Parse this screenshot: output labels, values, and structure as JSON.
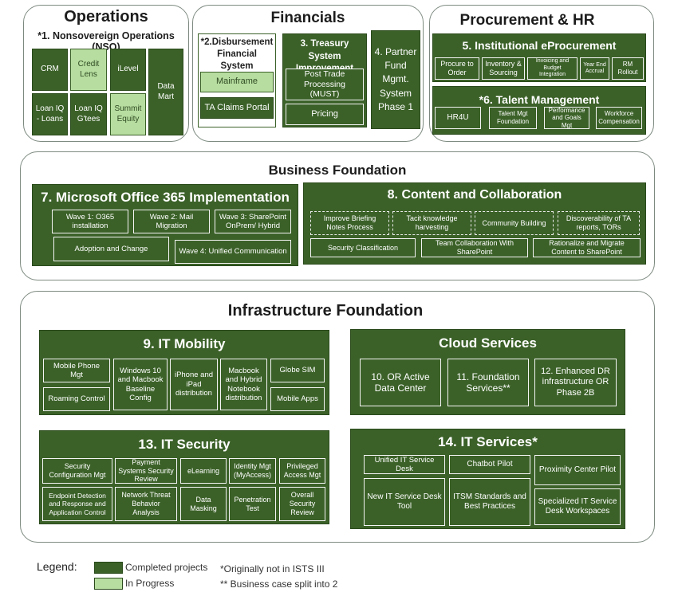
{
  "colors": {
    "completed": "#3b6128",
    "in_progress": "#b7dea0",
    "panel_border": "#7d8a80"
  },
  "operations": {
    "title": "Operations",
    "subtitle": "*1. Nonsovereign Operations (NSO)",
    "crm": "CRM",
    "credit_lens": "Credit Lens",
    "ilevel": "iLevel",
    "data_mart": "Data Mart",
    "loan_iq_loans": "Loan IQ - Loans",
    "loan_iq_gtees": "Loan IQ G'tees",
    "summit_equity": "Summit Equity"
  },
  "financials": {
    "title": "Financials",
    "disb_title": "*2.Disbursement Financial System",
    "mainframe": "Mainframe",
    "ta_claims": "TA Claims Portal",
    "treasury_title": "3. Treasury System Improvement",
    "post_trade": "Post Trade Processing (MUST)",
    "pricing": "Pricing",
    "partner_fund": "4. Partner Fund Mgmt. System Phase 1"
  },
  "procurement": {
    "title": "Procurement & HR",
    "eproc_title": "5. Institutional eProcurement",
    "eproc_items": [
      "Procure to Order",
      "Inventory & Sourcing",
      "Invoicing and Budget Integration",
      "Year End Accrual",
      "RM Rollout"
    ],
    "talent_title": "*6. Talent Management",
    "talent_items": [
      "HR4U",
      "Talent Mgt Foundation",
      "Performance and Goals Mgt",
      "Workforce Compensation"
    ]
  },
  "business": {
    "title": "Business Foundation",
    "o365_title": "7. Microsoft Office 365 Implementation",
    "o365_items": [
      "Wave 1: O365 installation",
      "Wave 2: Mail Migration",
      "Wave 3: SharePoint OnPrem/ Hybrid",
      "Adoption and Change",
      "Wave 4: Unified Communication"
    ],
    "content_title": "8. Content and Collaboration",
    "content_items": [
      "Improve Briefing Notes Process",
      "Tacit knowledge harvesting",
      "Community Building",
      "Discoverability of TA reports, TORs",
      "Security Classification",
      "Team Collaboration With SharePoint",
      "Rationalize and Migrate Content to SharePoint"
    ]
  },
  "infrastructure": {
    "title": "Infrastructure Foundation",
    "mobility_title": "9. IT Mobility",
    "mobility_items": [
      "Mobile Phone Mgt",
      "Windows 10 and Macbook Baseline Config",
      "iPhone and iPad distribution",
      "Macbook and Hybrid Notebook distribution",
      "Globe SIM",
      "Roaming Control",
      "Mobile Apps"
    ],
    "cloud_title": "Cloud Services",
    "cloud_items": [
      "10. OR Active Data Center",
      "11.  Foundation Services**",
      "12. Enhanced DR infrastructure OR Phase 2B"
    ],
    "security_title": "13. IT Security",
    "security_items": [
      "Security Configuration Mgt",
      "Payment Systems Security Review",
      "eLearning",
      "Identity Mgt (MyAccess)",
      "Privileged Access Mgt",
      "Endpoint Detection and Response and Application Control",
      "Network Threat Behavior Analysis",
      "Data Masking",
      "Penetration Test",
      "Overall Security Review"
    ],
    "services_title": "14. IT Services*",
    "services_items": [
      "Unified IT Service Desk",
      "Chatbot Pilot",
      "Proximity Center Pilot",
      "New IT Service Desk Tool",
      "ITSM Standards and Best Practices",
      "Specialized IT Service Desk Workspaces"
    ]
  },
  "legend": {
    "label": "Legend:",
    "completed": "Completed projects",
    "in_progress": "In Progress",
    "note1": "*Originally not in ISTS III",
    "note2": "** Business case split into 2"
  }
}
